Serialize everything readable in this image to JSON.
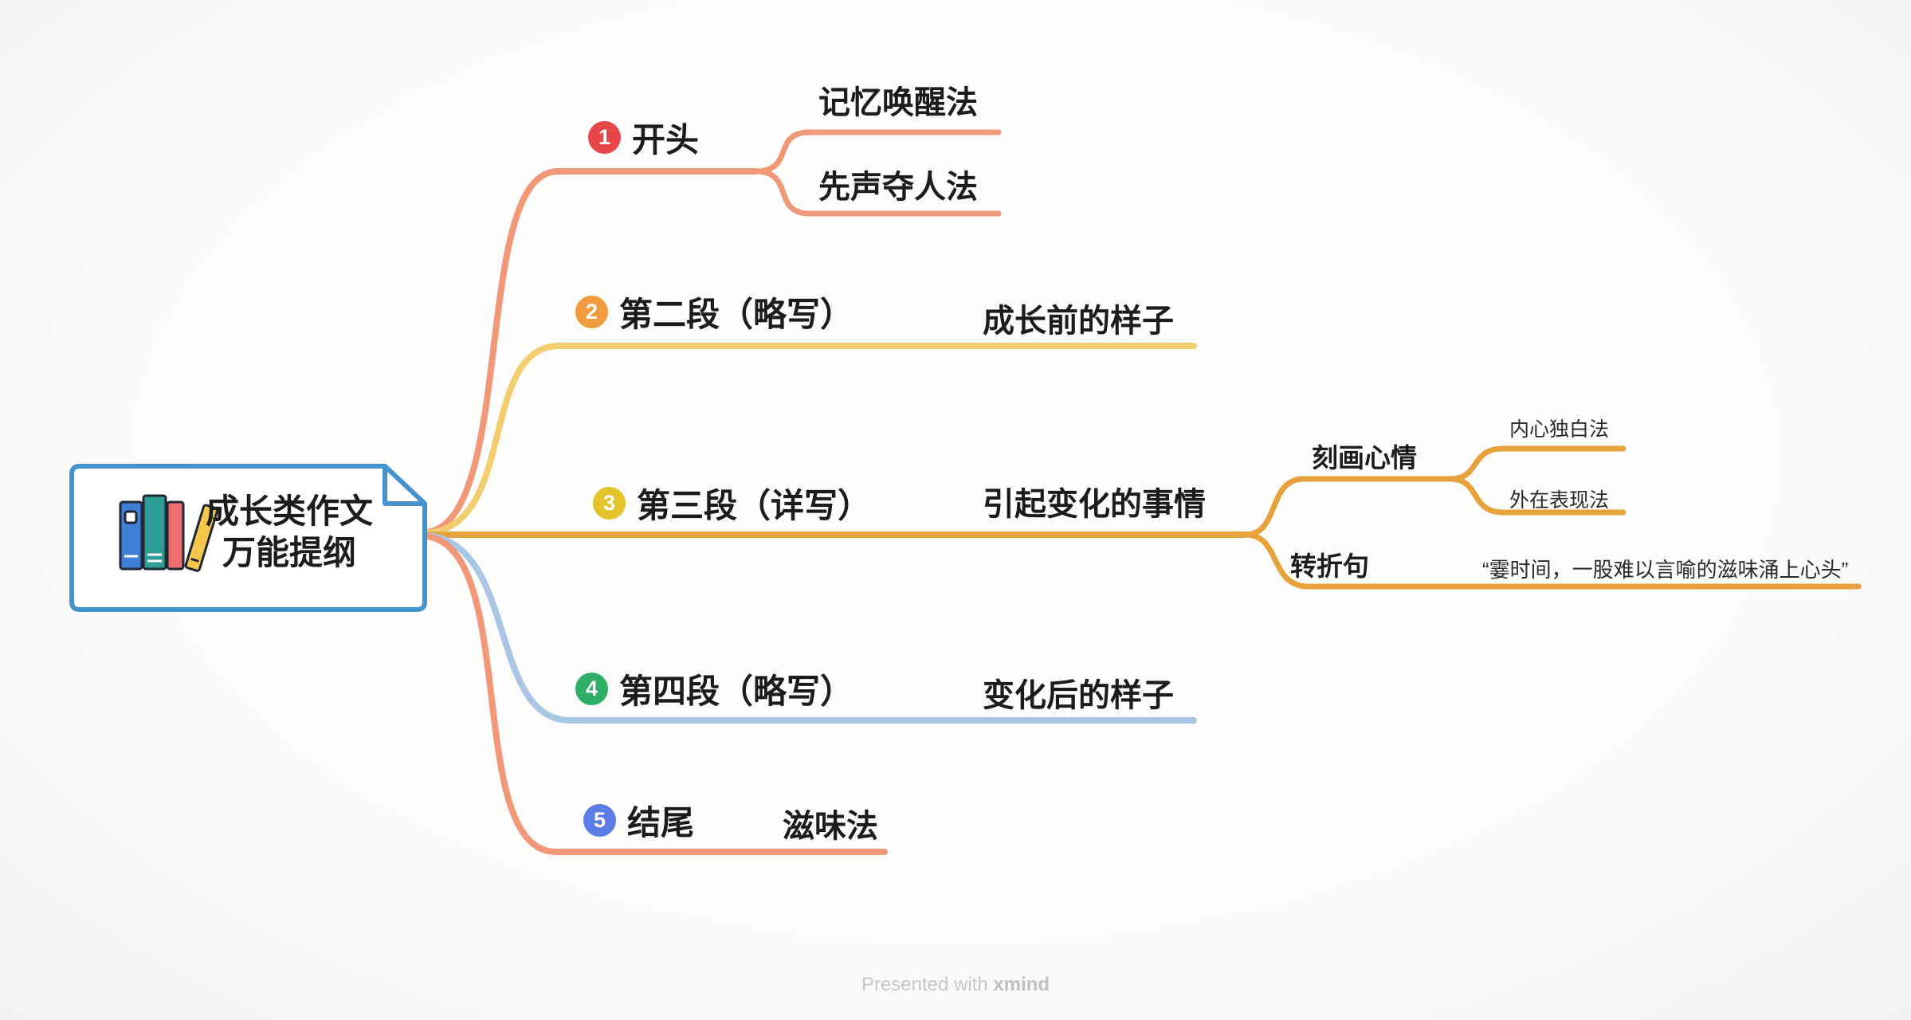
{
  "root": {
    "title_line1": "成长类作文",
    "title_line2": "万能提纲",
    "icon": "books-icon"
  },
  "branches": [
    {
      "number": "1",
      "label": "开头",
      "badge_color": "#E84749",
      "line_color": "#F09878",
      "children": [
        {
          "label": "记忆唤醒法"
        },
        {
          "label": "先声夺人法"
        }
      ]
    },
    {
      "number": "2",
      "label": "第二段（略写）",
      "badge_color": "#F09B3D",
      "line_color": "#F3CE70",
      "children": [
        {
          "label": "成长前的样子"
        }
      ]
    },
    {
      "number": "3",
      "label": "第三段（详写）",
      "badge_color": "#E3C42A",
      "line_color": "#E8A23C",
      "children": [
        {
          "label": "引起变化的事情",
          "children": [
            {
              "label": "刻画心情",
              "children": [
                {
                  "label": "内心独白法"
                },
                {
                  "label": "外在表现法"
                }
              ]
            },
            {
              "label": "转折句",
              "children": [
                {
                  "label": "“霎时间，一股难以言喻的滋味涌上心头”"
                }
              ]
            }
          ]
        }
      ]
    },
    {
      "number": "4",
      "label": "第四段（略写）",
      "badge_color": "#2FAE68",
      "line_color": "#A9C7E4",
      "children": [
        {
          "label": "变化后的样子"
        }
      ]
    },
    {
      "number": "5",
      "label": "结尾",
      "badge_color": "#5B7CE4",
      "line_color": "#F09878",
      "children": [
        {
          "label": "滋味法"
        }
      ]
    }
  ],
  "footer": {
    "prefix": "Presented with ",
    "brand": "xmind"
  },
  "colors": {
    "background": "#FAFAF8",
    "root_border": "#4593CE",
    "branch1_line": "#F09878",
    "branch2_line": "#F3CE70",
    "branch3_line": "#E8A23C",
    "branch4_line": "#A9C7E4",
    "branch5_line": "#F09878",
    "badge1": "#E84749",
    "badge2": "#F09B3D",
    "badge3": "#E3C42A",
    "badge4": "#2FAE68",
    "badge5": "#5B7CE4",
    "text": "#1C1C1C",
    "watermark": "#C7C7CB"
  }
}
